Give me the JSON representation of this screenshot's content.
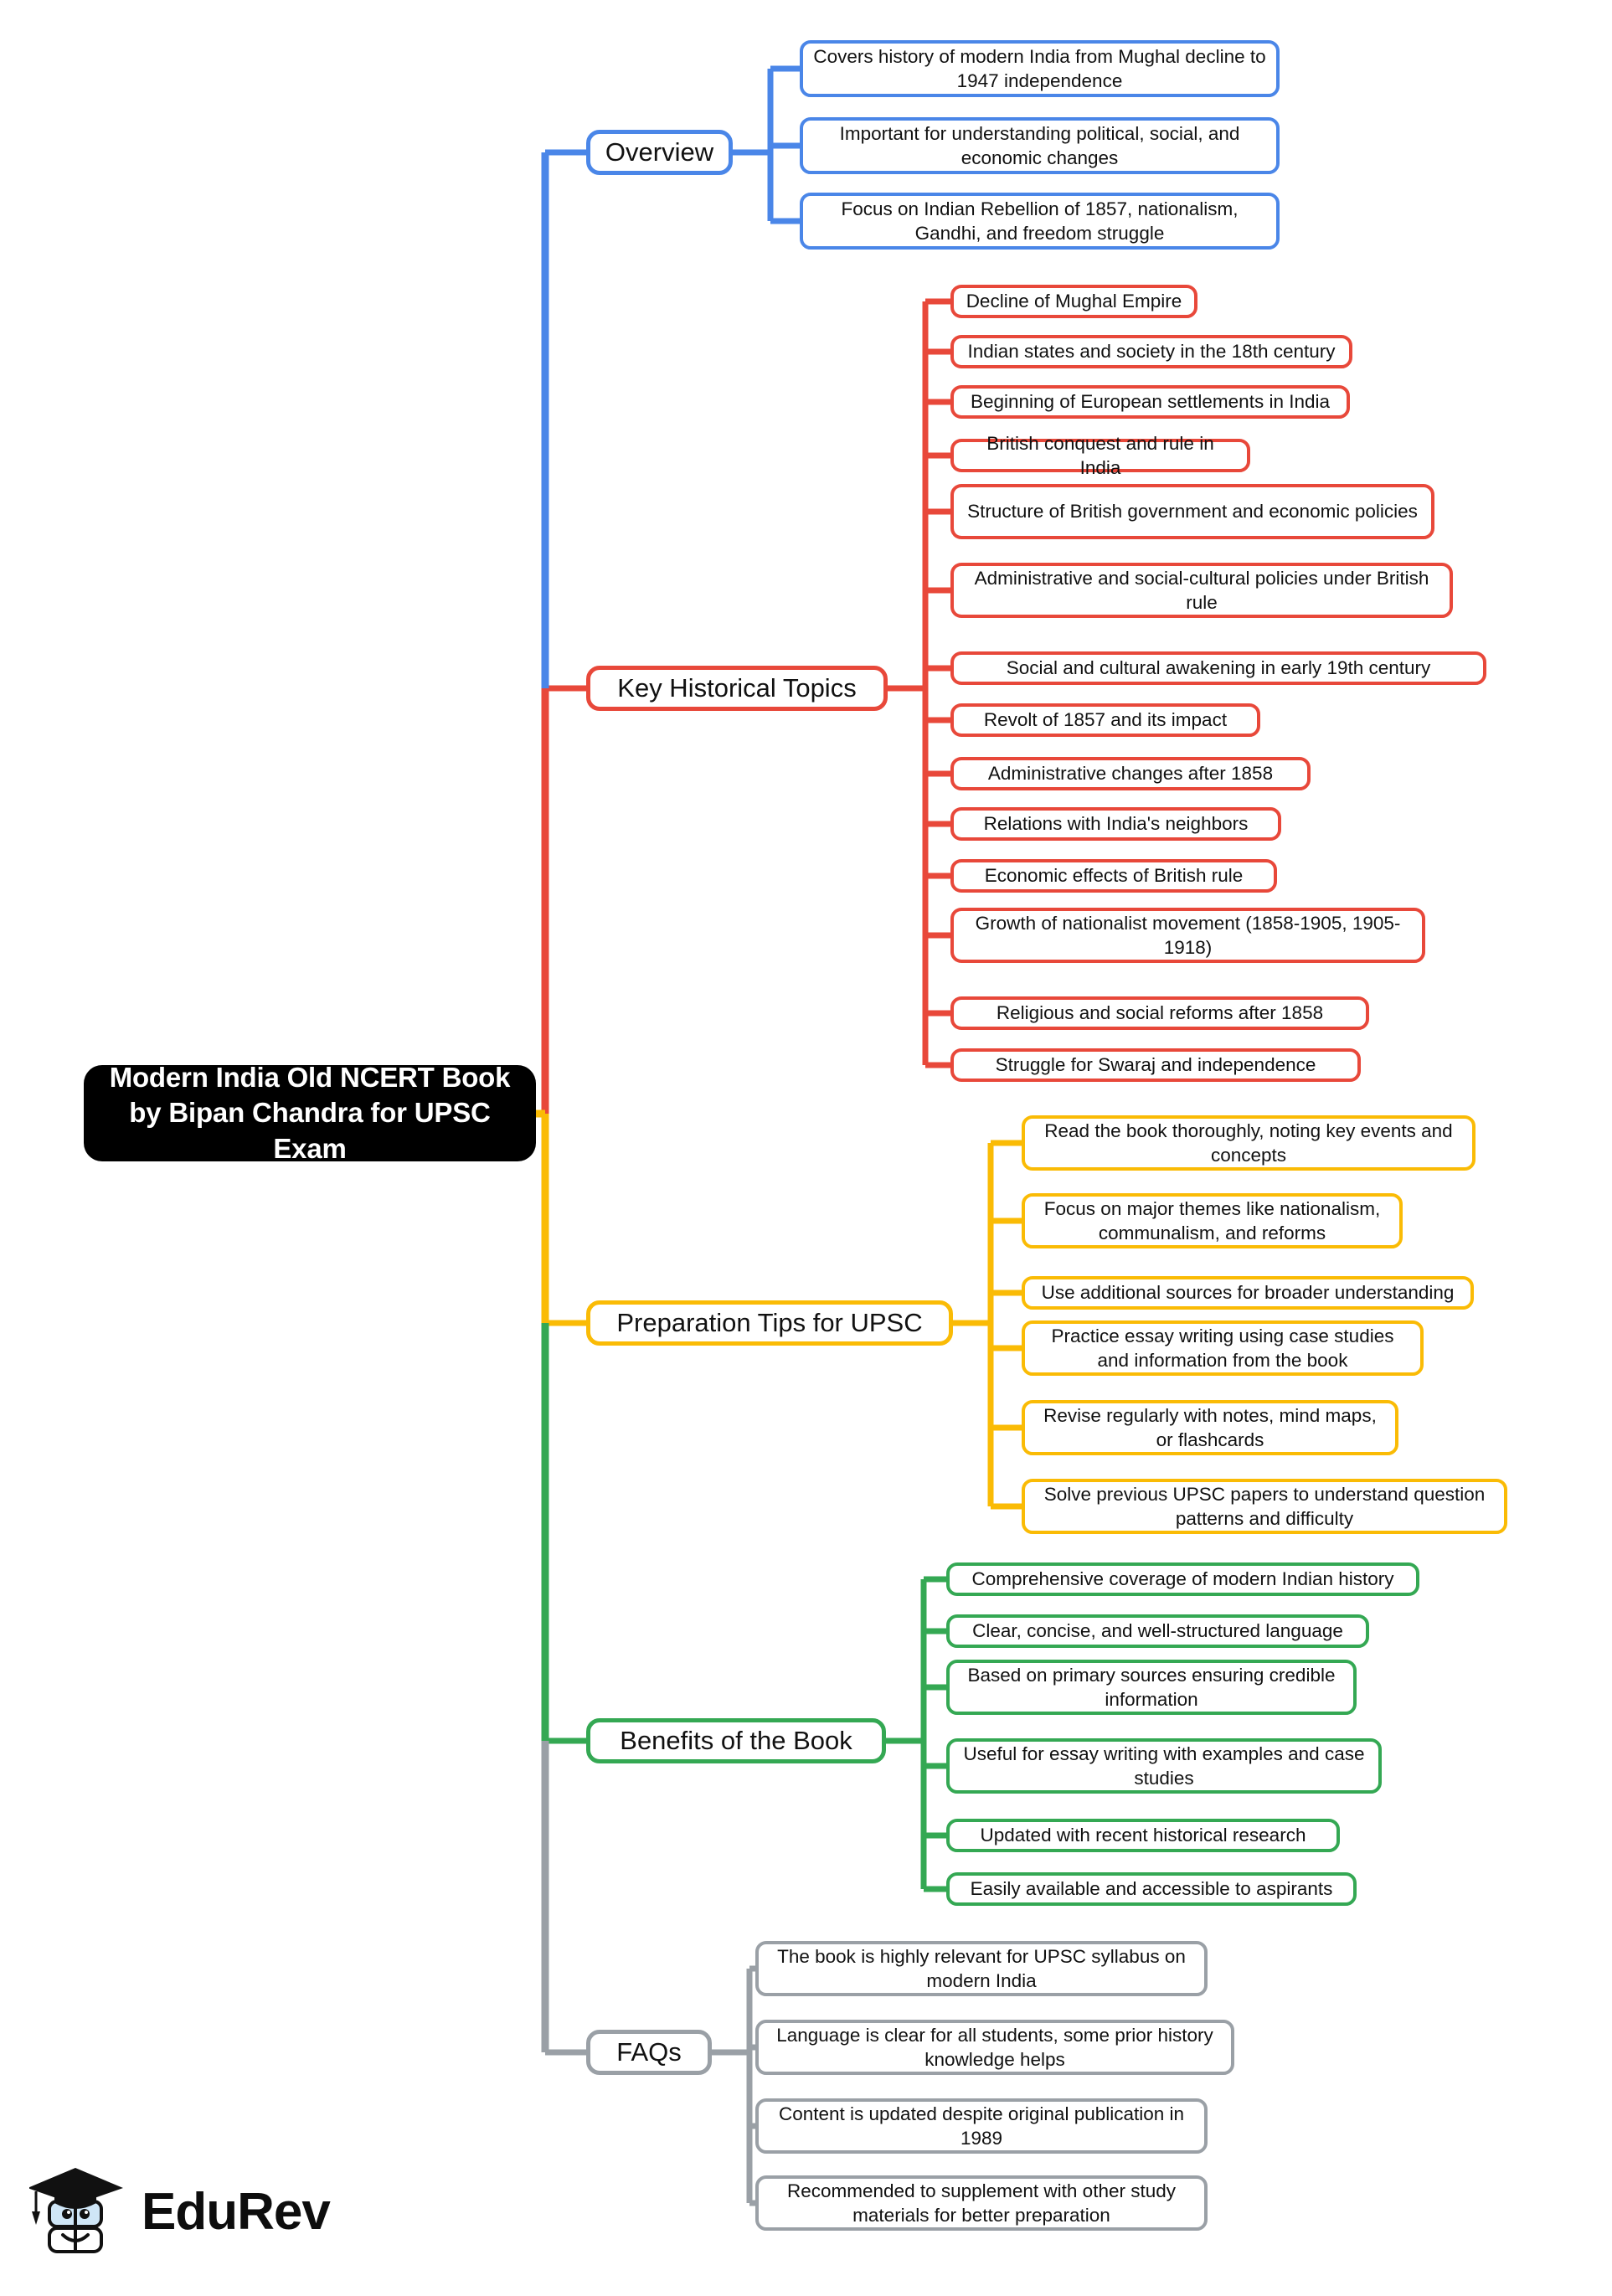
{
  "root": {
    "title": "Modern India Old NCERT Book by Bipan Chandra for UPSC Exam"
  },
  "colors": {
    "overview": "#4a86e8",
    "key_topics": "#e8483a",
    "prep_tips": "#fabb05",
    "benefits": "#34a853",
    "faqs": "#9aa0a6",
    "root_bg": "#000000",
    "root_text": "#ffffff",
    "page_bg": "#ffffff"
  },
  "branches": [
    {
      "id": "overview",
      "label": "Overview",
      "color": "#4a86e8",
      "items": [
        "Covers history of modern India from Mughal decline to 1947 independence",
        "Important for understanding political, social, and economic changes",
        "Focus on Indian Rebellion of 1857, nationalism, Gandhi, and freedom struggle"
      ]
    },
    {
      "id": "key_topics",
      "label": "Key Historical Topics",
      "color": "#e8483a",
      "items": [
        "Decline of Mughal Empire",
        "Indian states and society in the 18th century",
        "Beginning of European settlements in India",
        "British conquest and rule in India",
        "Structure of British government and economic policies",
        "Administrative and social-cultural policies under British rule",
        "Social and cultural awakening in early 19th century",
        "Revolt of 1857 and its impact",
        "Administrative changes after 1858",
        "Relations with India's neighbors",
        "Economic effects of British rule",
        "Growth of nationalist movement (1858-1905, 1905-1918)",
        "Religious and social reforms after 1858",
        "Struggle for Swaraj and independence"
      ]
    },
    {
      "id": "prep_tips",
      "label": "Preparation Tips for UPSC",
      "color": "#fabb05",
      "items": [
        "Read the book thoroughly, noting key events and concepts",
        "Focus on major themes like nationalism, communalism, and reforms",
        "Use additional sources for broader understanding",
        "Practice essay writing using case studies and information from the book",
        "Revise regularly with notes, mind maps, or flashcards",
        "Solve previous UPSC papers to understand question patterns and difficulty"
      ]
    },
    {
      "id": "benefits",
      "label": "Benefits of the Book",
      "color": "#34a853",
      "items": [
        "Comprehensive coverage of modern Indian history",
        "Clear, concise, and well-structured language",
        "Based on primary sources ensuring credible information",
        "Useful for essay writing with examples and case studies",
        "Updated with recent historical research",
        "Easily available and accessible to aspirants"
      ]
    },
    {
      "id": "faqs",
      "label": "FAQs",
      "color": "#9aa0a6",
      "items": [
        "The book is highly relevant for UPSC syllabus on modern India",
        "Language is clear for all students, some prior history knowledge helps",
        "Content is updated despite original publication in 1989",
        "Recommended to supplement with other study materials for better preparation"
      ]
    }
  ],
  "logo": {
    "name": "EduRev",
    "icon": "graduation-cap-book-mascot"
  }
}
